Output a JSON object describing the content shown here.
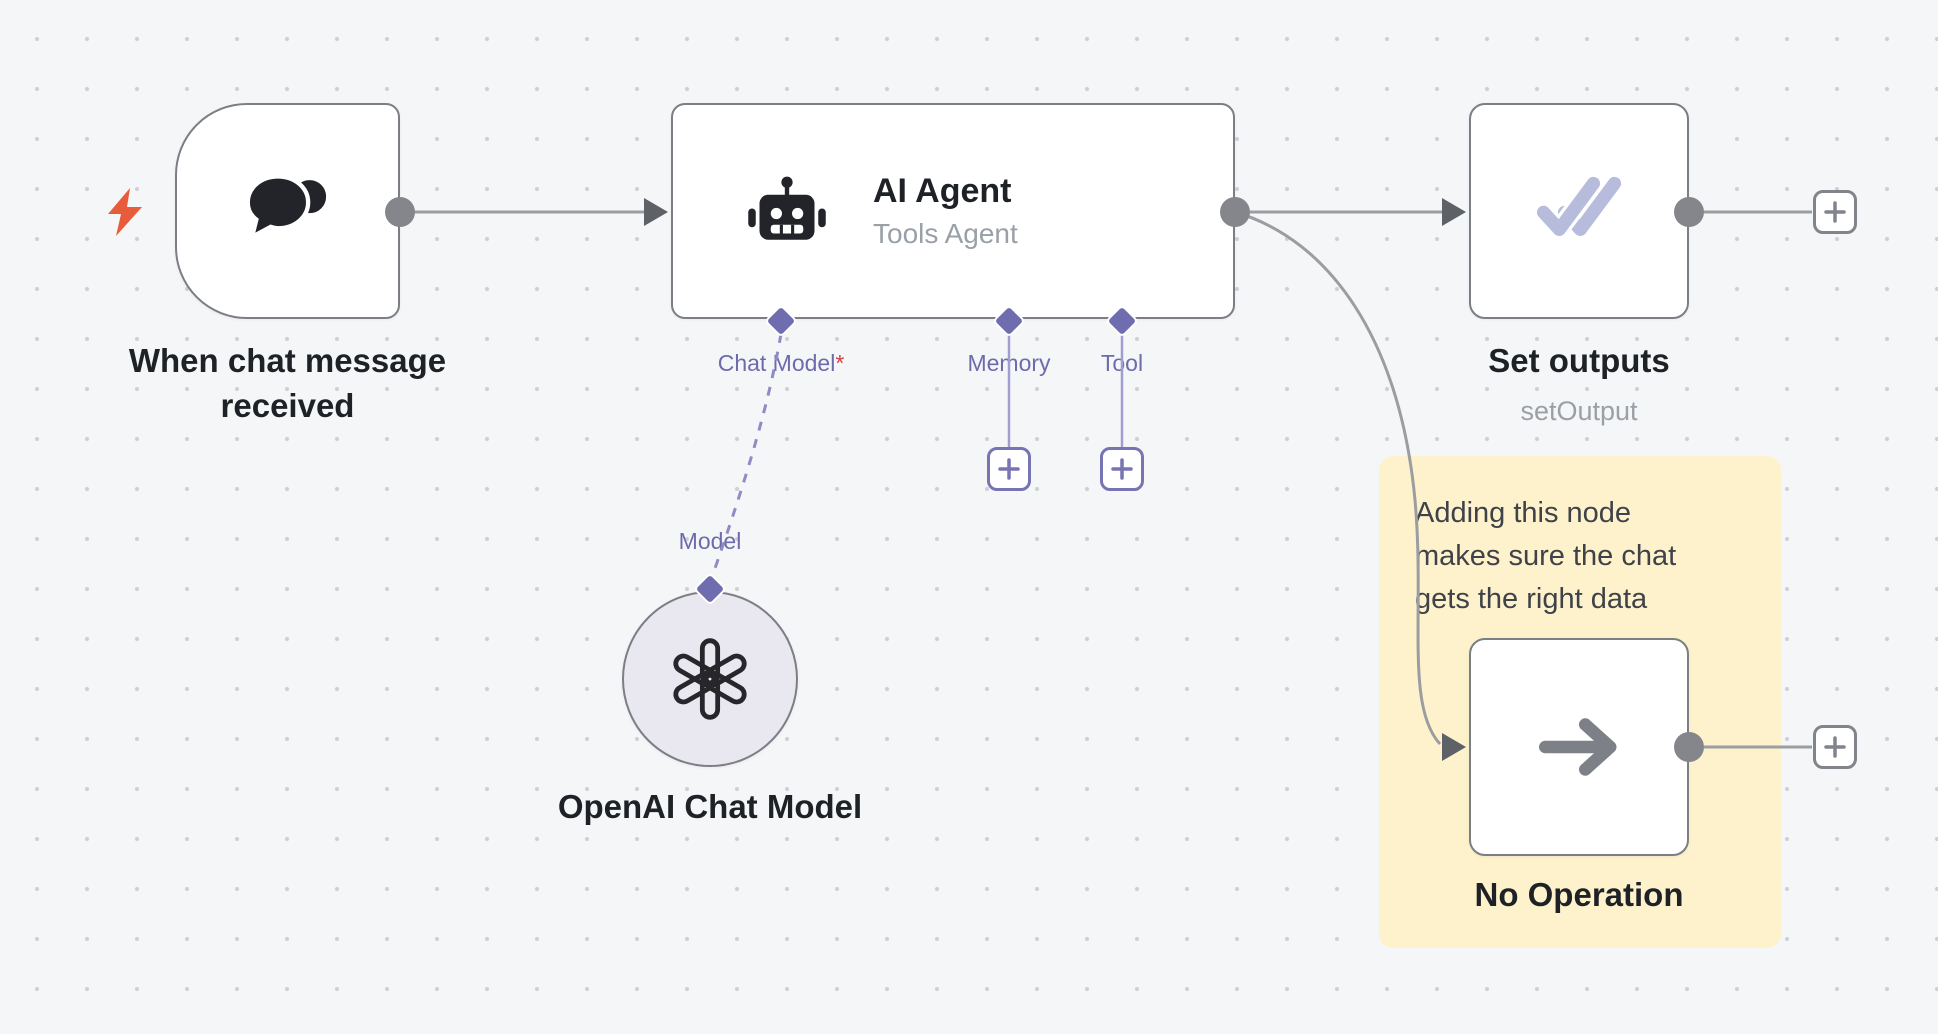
{
  "workflow": {
    "trigger": {
      "label": "When chat message received"
    },
    "ai_agent": {
      "title": "AI Agent",
      "subtitle": "Tools Agent",
      "ports": {
        "chat_model": {
          "label": "Chat Model",
          "required_mark": "*"
        },
        "memory": {
          "label": "Memory"
        },
        "tool": {
          "label": "Tool"
        }
      }
    },
    "openai": {
      "label": "OpenAI Chat Model",
      "port_label": "Model"
    },
    "set_outputs": {
      "label": "Set outputs",
      "subtitle": "setOutput"
    },
    "noop": {
      "label": "No Operation"
    },
    "sticky": {
      "lines": [
        "Adding this node",
        "makes sure the chat",
        "gets the right data"
      ]
    }
  },
  "colors": {
    "canvas_bg": "#f5f6f8",
    "grid_dot": "#cfd1d6",
    "node_border": "#7b7e85",
    "connector_gray": "#9b9da1",
    "port_purple": "#6f6cb0",
    "port_line_purple": "#a09dd0",
    "dashed_purple": "#8f8cc5",
    "required_red": "#d23f3f",
    "bolt_orange": "#e95c3b",
    "check_periwinkle": "#b7bcdc",
    "sticky_bg": "#fdf2cb",
    "icon_dark": "#22242a",
    "arrow_gray": "#7d8087"
  }
}
